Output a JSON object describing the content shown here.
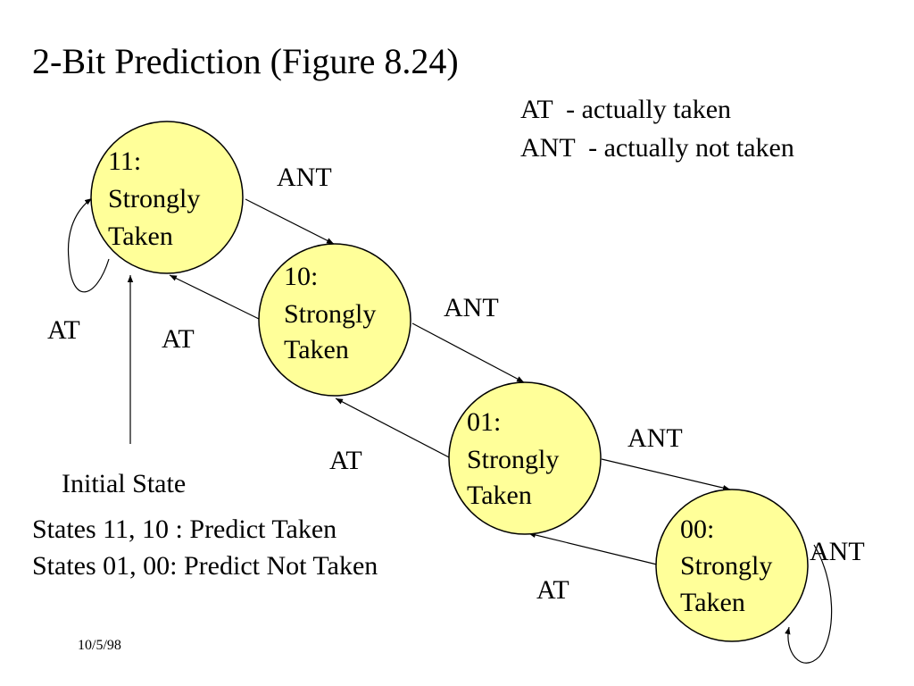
{
  "title": "2-Bit Prediction (Figure 8.24)",
  "legend": [
    "AT  - actually taken",
    "ANT  - actually not taken"
  ],
  "states": [
    {
      "code": "11:",
      "line1": "Strongly",
      "line2": "Taken"
    },
    {
      "code": "10:",
      "line1": "Strongly",
      "line2": "Taken"
    },
    {
      "code": "01:",
      "line1": "Strongly",
      "line2": "Taken"
    },
    {
      "code": "00:",
      "line1": "Strongly",
      "line2": "Taken"
    }
  ],
  "edge_labels": {
    "ant_11_10": "ANT",
    "ant_10_01": "ANT",
    "ant_01_00": "ANT",
    "ant_00_self": "ANT",
    "at_11_self": "AT",
    "at_10_11": "AT",
    "at_01_10": "AT",
    "at_00_01": "AT"
  },
  "initial_state_label": "Initial State",
  "notes": [
    "States 11, 10 : Predict Taken",
    "States 01, 00: Predict Not Taken"
  ],
  "footer_date": "10/5/98",
  "colors": {
    "state_fill": "#FFFF99",
    "stroke": "#000000",
    "background": "#FFFFFF"
  }
}
